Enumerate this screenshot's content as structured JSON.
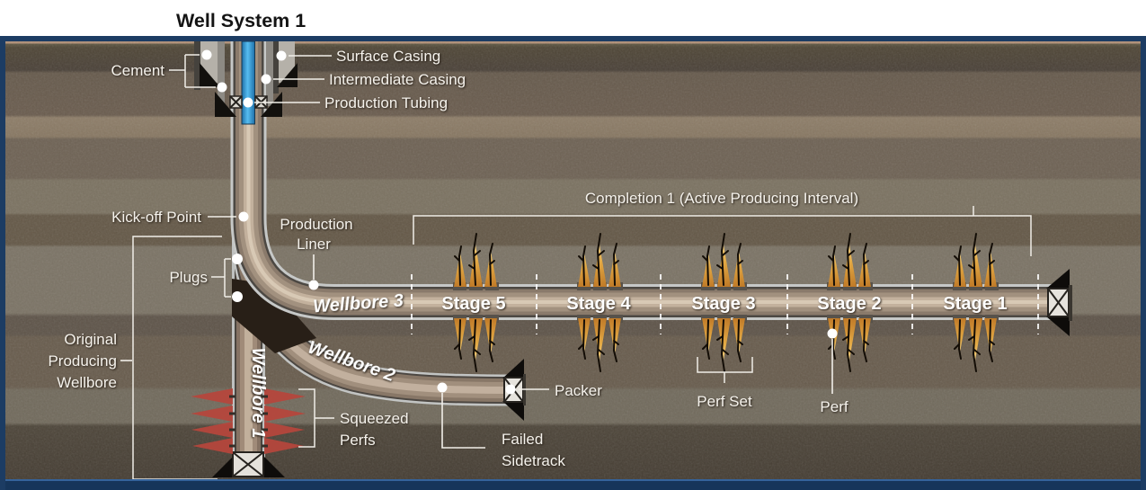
{
  "title": "Well System 1",
  "colors": {
    "border_navy": "#1c3c63",
    "label_white": "#f5f2ec",
    "tubing_blue": "#3aa6e0",
    "perf_red": "#b7463c",
    "fracture_orange": "#e0a145",
    "earth_brown": "#6a5c4e"
  },
  "wellhead": {
    "cement": "Cement",
    "surface_casing": "Surface Casing",
    "intermediate_casing": "Intermediate Casing",
    "production_tubing": "Production Tubing"
  },
  "well": {
    "kick_off": "Kick-off Point",
    "production_liner": [
      "Production",
      "Liner"
    ],
    "plugs": "Plugs",
    "original_wellbore": [
      "Original",
      "Producing",
      "Wellbore"
    ],
    "wellbore_1": "Wellbore 1",
    "wellbore_2": "Wellbore 2",
    "wellbore_3": "Wellbore 3"
  },
  "completion": {
    "label": "Completion 1 (Active Producing Interval)",
    "stages": [
      "Stage 5",
      "Stage 4",
      "Stage 3",
      "Stage 2",
      "Stage 1"
    ]
  },
  "annotations": {
    "packer": "Packer",
    "perf_set": "Perf Set",
    "perf": "Perf",
    "squeezed_perfs": [
      "Squeezed",
      "Perfs"
    ],
    "failed_sidetrack": [
      "Failed",
      "Sidetrack"
    ]
  }
}
